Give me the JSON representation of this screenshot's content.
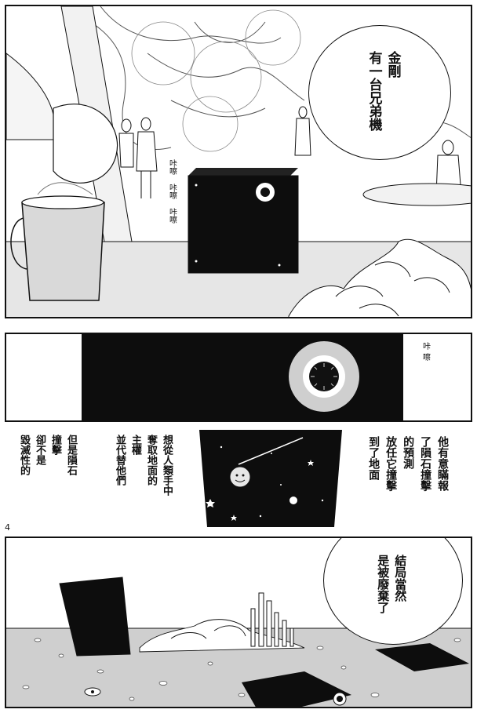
{
  "page_number": "4",
  "panel1": {
    "bubble": [
      "金剛",
      "有一台兄弟機"
    ],
    "sfx": [
      "咔嚓",
      "咔嚓",
      "咔嚓"
    ]
  },
  "panel2": {
    "sfx": [
      "咔",
      "嚓"
    ]
  },
  "panel3": {
    "right_caption": [
      "他有意瞞報",
      "了隕石撞擊",
      "的預測",
      "放任它撞擊",
      "到了地面"
    ],
    "middle_caption": [
      "想從人類手中",
      "奪取地面的",
      "主權",
      "並代替他們"
    ],
    "left_caption": [
      "但是隕石",
      "撞擊",
      "卻不是",
      "毀滅性的"
    ]
  },
  "panel4": {
    "bubble": [
      "結局當然",
      "是被廢棄了"
    ]
  }
}
